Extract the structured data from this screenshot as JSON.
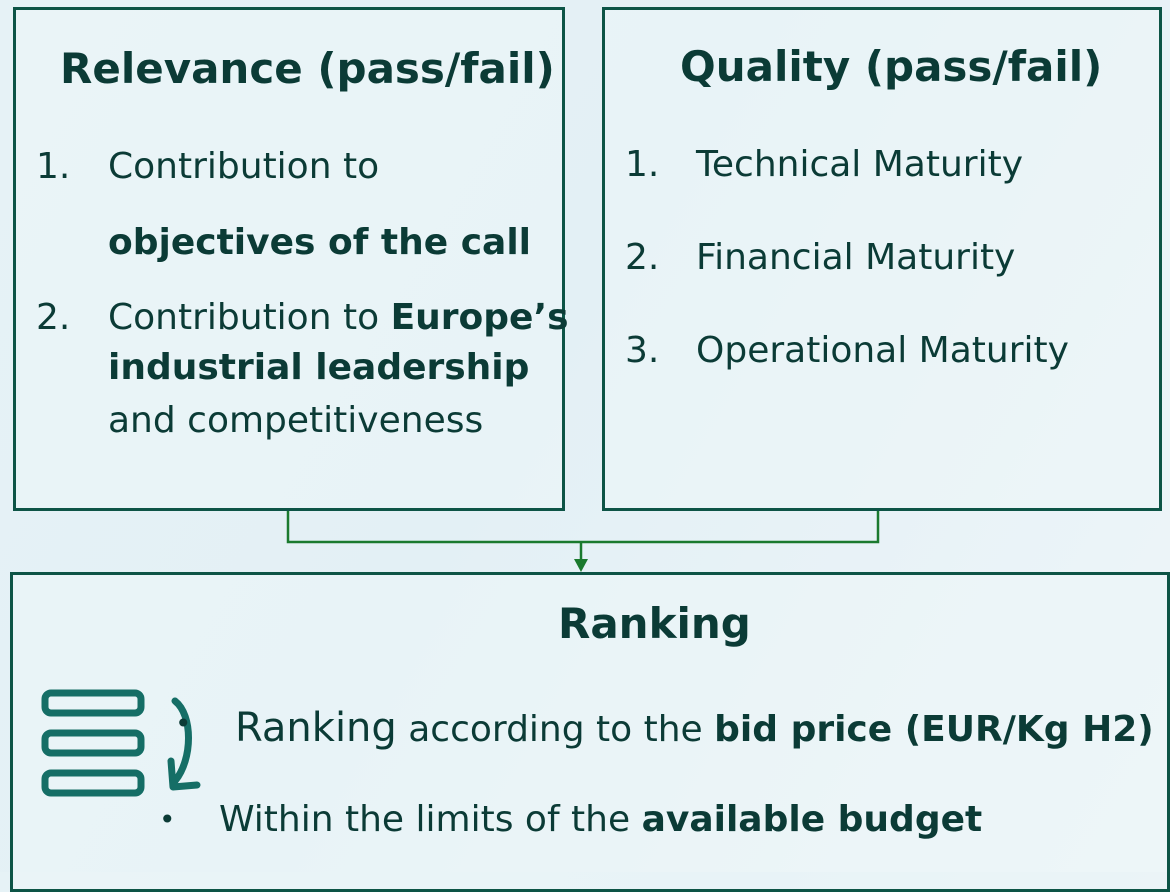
{
  "relevance": {
    "title": "Relevance (pass/fail)",
    "items": [
      {
        "num": "1.",
        "line1": "Contribution to",
        "line2_bold": "objectives of the call"
      },
      {
        "num": "2.",
        "line1_pre": "Contribution to ",
        "line1_bold": "Europe’s",
        "line2_bold": "industrial leadership",
        "line3": "and competitiveness"
      }
    ]
  },
  "quality": {
    "title": "Quality (pass/fail)",
    "items": [
      {
        "num": "1.",
        "text": "Technical Maturity"
      },
      {
        "num": "2.",
        "text": "Financial Maturity"
      },
      {
        "num": "3.",
        "text": "Operational Maturity"
      }
    ]
  },
  "ranking": {
    "title": "Ranking",
    "bullets": [
      {
        "pre": "Ranking",
        "mid": " according to the ",
        "bold": "bid price (EUR/Kg H2)"
      },
      {
        "pre": "Within the limits of the ",
        "bold": "available budget"
      }
    ],
    "icon": "ranking-list-icon"
  },
  "colors": {
    "border": "#0d5446",
    "connector": "#1a7a2e",
    "text": "#0b3b36"
  }
}
